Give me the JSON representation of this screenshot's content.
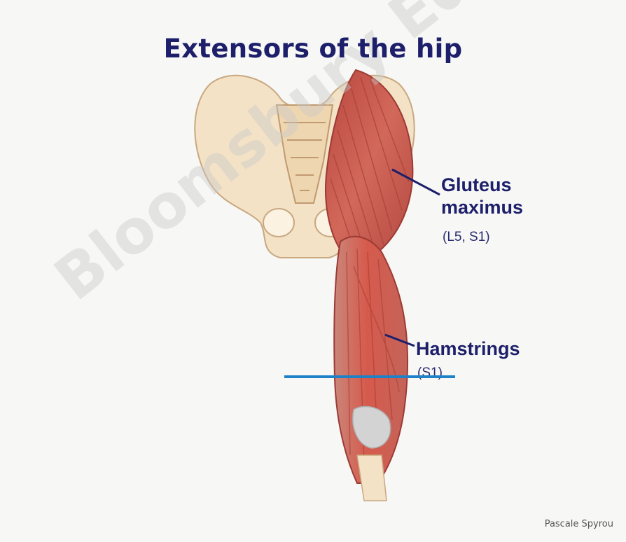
{
  "diagram": {
    "title": "Extensors of the hip",
    "labels": {
      "gluteus_name": "Gluteus maximus",
      "gluteus_line1": "Gluteus",
      "gluteus_line2": "maximus",
      "gluteus_nerve": "(L5, S1)",
      "hamstrings_name": "Hamstrings",
      "hamstrings_nerve": "(S1)"
    },
    "watermark": "Bloomsbury Educational Ltd",
    "credit": "Pascale Spyrou"
  },
  "colors": {
    "title": "#1d1f6b",
    "bone": "#f3e2c6",
    "muscle": "#c8534a",
    "muscle_light": "#e07a68",
    "annotation_line": "#1f82c9"
  }
}
